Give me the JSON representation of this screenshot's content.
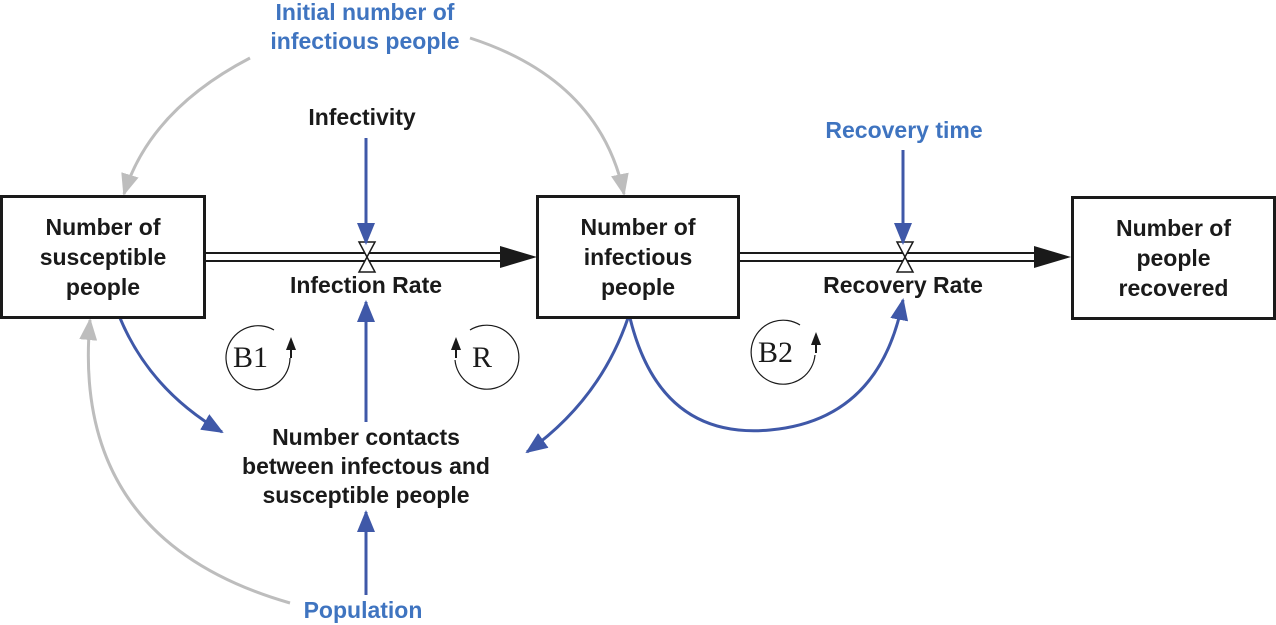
{
  "stocks": {
    "susceptible": "Number of\nsusceptible\npeople",
    "infectious": "Number of\ninfectious\npeople",
    "recovered": "Number of\npeople\nrecovered"
  },
  "flows": {
    "infection_rate": "Infection Rate",
    "recovery_rate": "Recovery Rate"
  },
  "variables": {
    "initial_infectious_line1": "Initial number of",
    "initial_infectious_line2": "infectious people",
    "infectivity": "Infectivity",
    "recovery_time": "Recovery time",
    "contacts_line1": "Number contacts",
    "contacts_line2": "between infectous and",
    "contacts_line3": "susceptible people",
    "population": "Population"
  },
  "loops": {
    "b1": "B1",
    "r": "R",
    "b2": "B2"
  },
  "colors": {
    "stock_border": "#1a1a1a",
    "causal_link": "#3f58a8",
    "initial_link": "#bdbdbd",
    "parameter_text": "#3f74c0"
  }
}
